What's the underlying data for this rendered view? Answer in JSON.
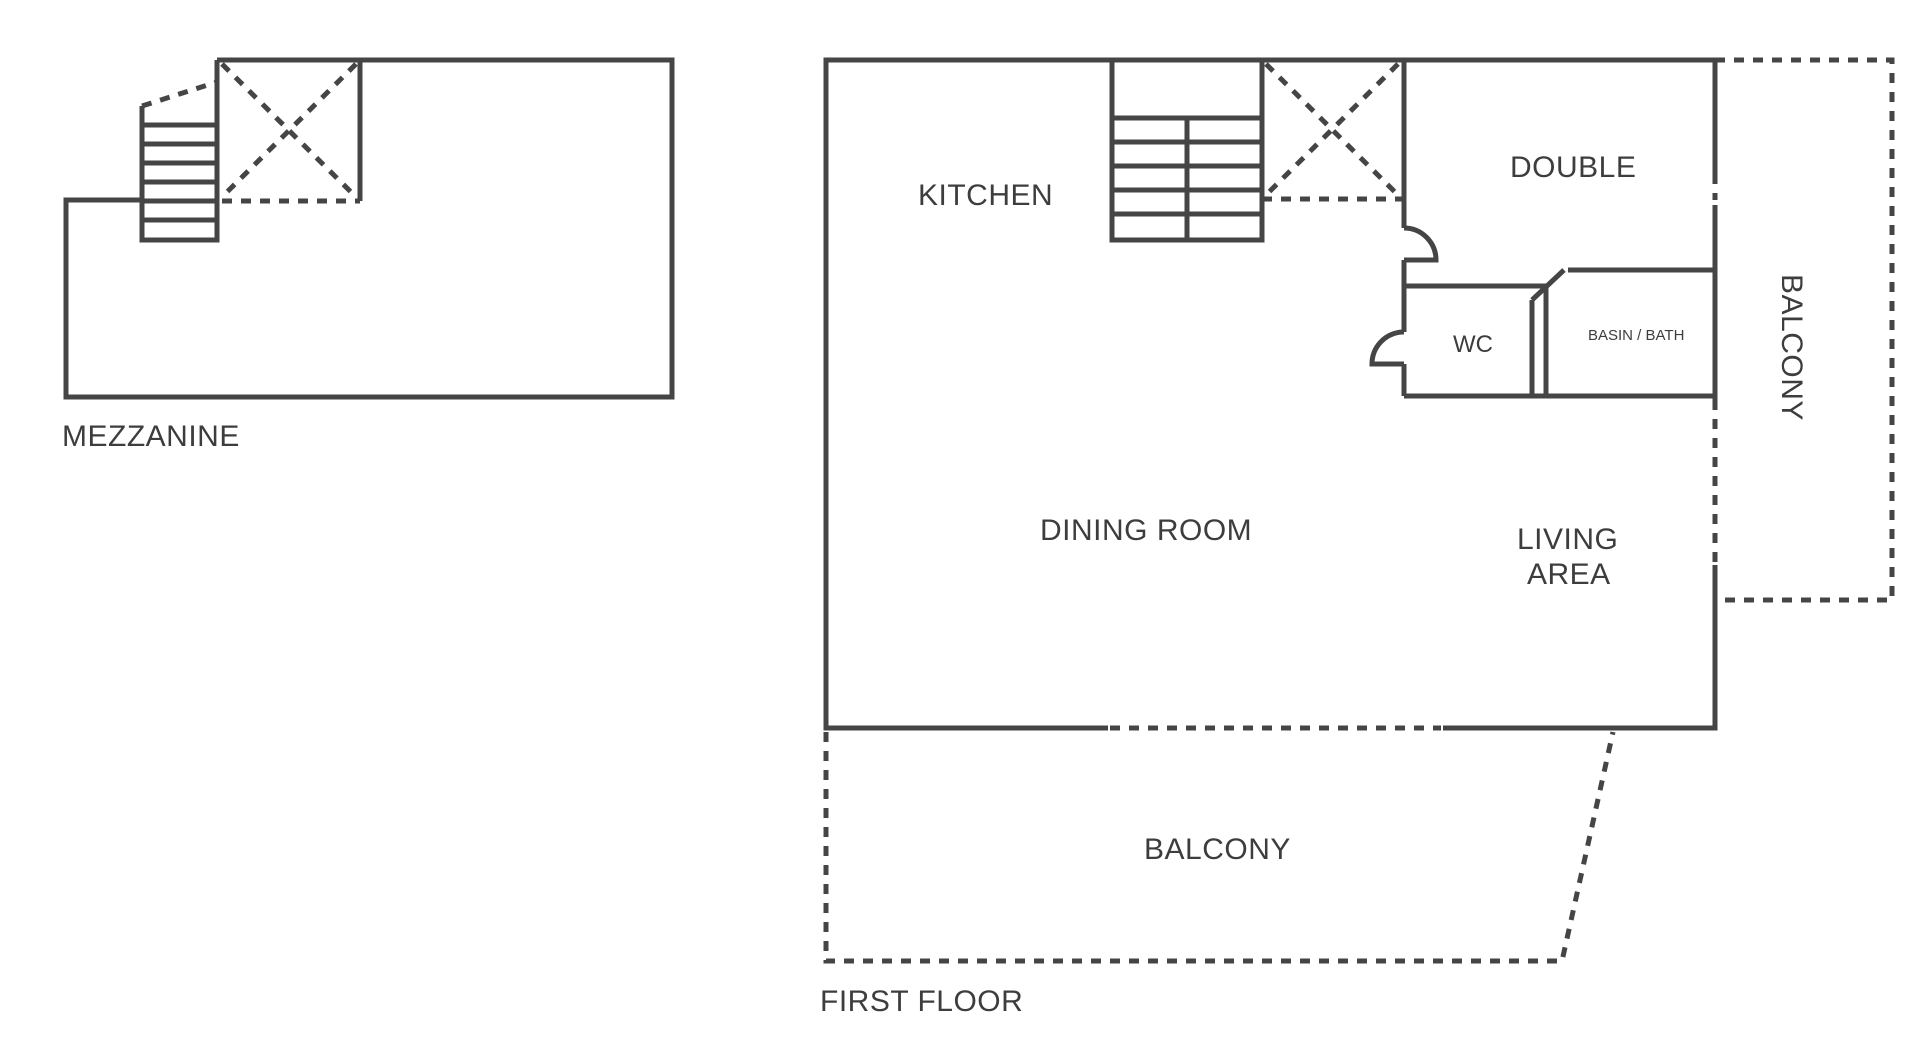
{
  "mezzanine": {
    "title": "MEZZANINE"
  },
  "first_floor": {
    "title": "FIRST FLOOR",
    "rooms": {
      "kitchen": "KITCHEN",
      "double": "DOUBLE",
      "wc": "WC",
      "basin_bath": "BASIN / BATH",
      "dining_room": "DINING ROOM",
      "living_area_line1": "LIVING",
      "living_area_line2": "AREA",
      "balcony_side": "BALCONY",
      "balcony_front": "BALCONY"
    }
  },
  "colors": {
    "line": "#454545",
    "text": "#3d3d3d",
    "background": "#ffffff"
  }
}
